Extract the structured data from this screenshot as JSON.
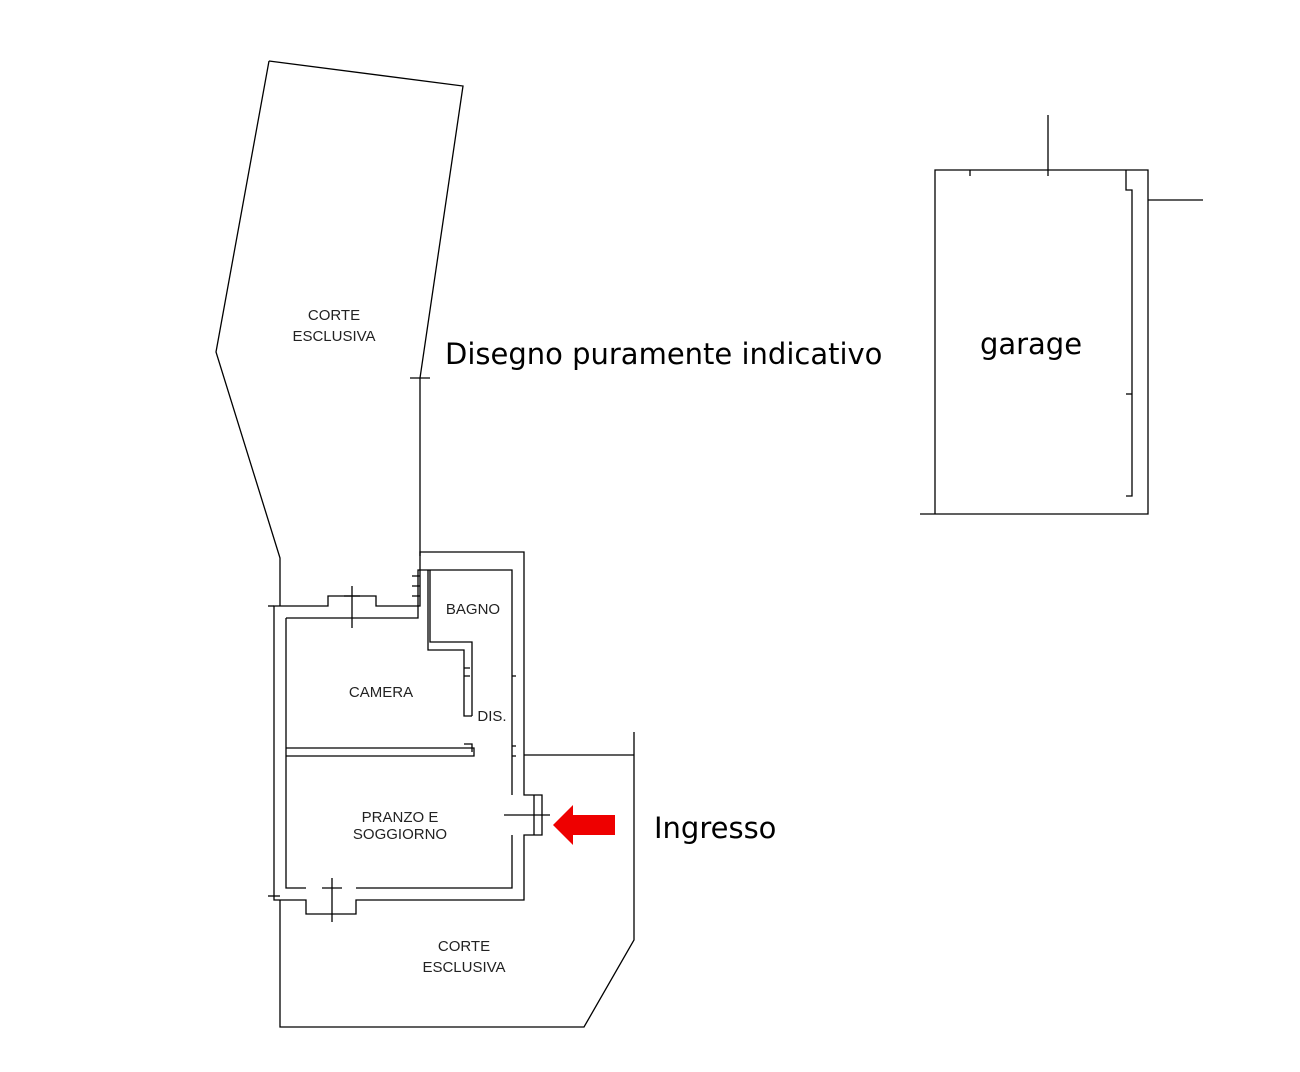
{
  "note": "Disegno puramente indicativo",
  "rooms": {
    "corte_top": [
      "CORTE",
      "ESCLUSIVA"
    ],
    "bagno": "BAGNO",
    "camera": "CAMERA",
    "dis": "DIS.",
    "pranzo": [
      "PRANZO E",
      "SOGGIORNO"
    ],
    "corte_bottom": [
      "CORTE",
      "ESCLUSIVA"
    ]
  },
  "garage": {
    "label": "garage"
  },
  "entrance": {
    "label": "Ingresso",
    "arrow_color": "#ee0000",
    "arrow_direction": "left"
  },
  "colors": {
    "line": "#000000",
    "background": "#ffffff"
  }
}
